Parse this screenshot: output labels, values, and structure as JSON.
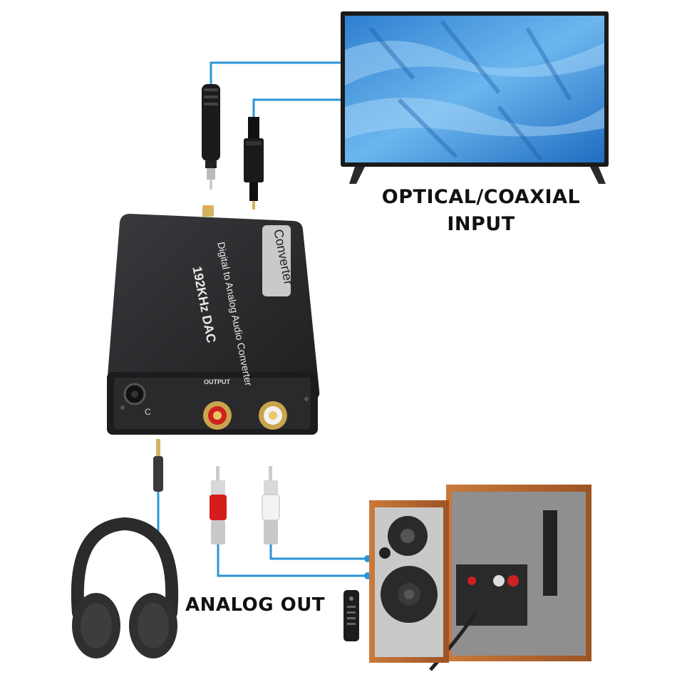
{
  "labels": {
    "input_line1": "OPTICAL/COAXIAL",
    "input_line2": "INPUT",
    "analog_out": "ANALOG OUT"
  },
  "device": {
    "line1": "Digital to Analog Audio Converter",
    "line2": "192KHz  DAC",
    "badge": "Converter",
    "output_label": "OUTPUT",
    "port_label": "C"
  },
  "colors": {
    "cable_blue": "#2a95d6",
    "device_body": "#2b2b2e",
    "wood": "#b5652c",
    "screen_blue": "#3f8fd8"
  },
  "icons": [
    "tv-icon",
    "coaxial-plug-icon",
    "optical-plug-icon",
    "dac-converter-icon",
    "aux-plug-icon",
    "headphones-icon",
    "rca-red-plug-icon",
    "rca-white-plug-icon",
    "bookshelf-speakers-icon",
    "remote-control-icon"
  ]
}
